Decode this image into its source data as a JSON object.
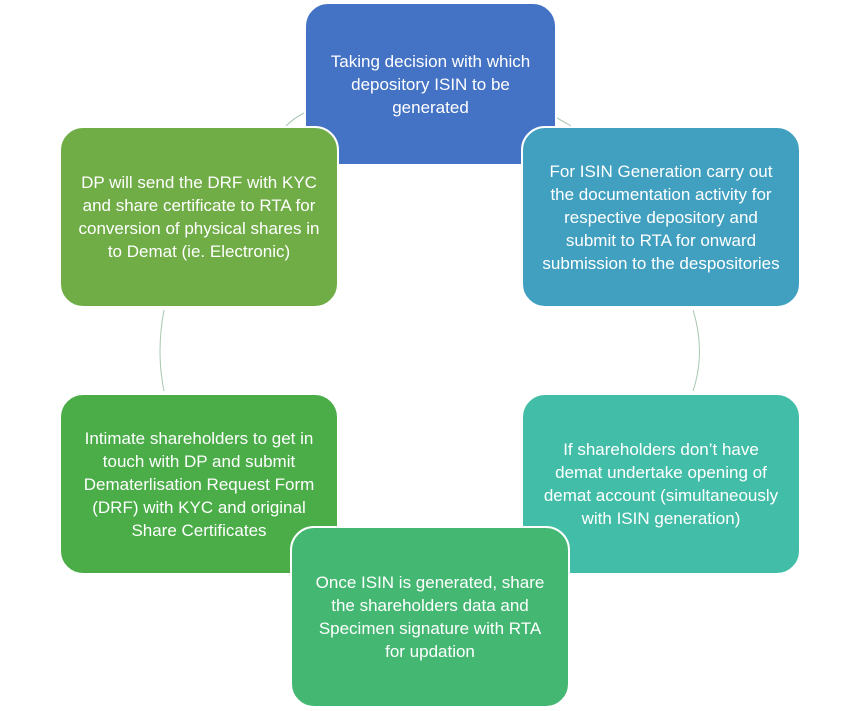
{
  "diagram": {
    "type": "cycle",
    "steps": [
      {
        "text": "Taking decision with which depository ISIN to be generated",
        "color": "#4472c4"
      },
      {
        "text": "For ISIN Generation carry out the documentation activity for respective depository and submit to RTA for onward submission to the despositories",
        "color": "#41a0c0"
      },
      {
        "text": "If shareholders don’t have demat undertake opening of demat account (simultaneously with ISIN generation)",
        "color": "#42bea8"
      },
      {
        "text": "Once ISIN is generated, share the shareholders data and Specimen signature with RTA for updation",
        "color": "#44b873"
      },
      {
        "text": "Intimate shareholders to get in touch with DP and submit Dematerlisation Request Form (DRF) with KYC and original Share Certificates",
        "color": "#4aad48"
      },
      {
        "text": "DP will send the DRF with KYC and share certificate to RTA for conversion of physical shares in to Demat (ie. Electronic)",
        "color": "#70ad47"
      }
    ]
  }
}
